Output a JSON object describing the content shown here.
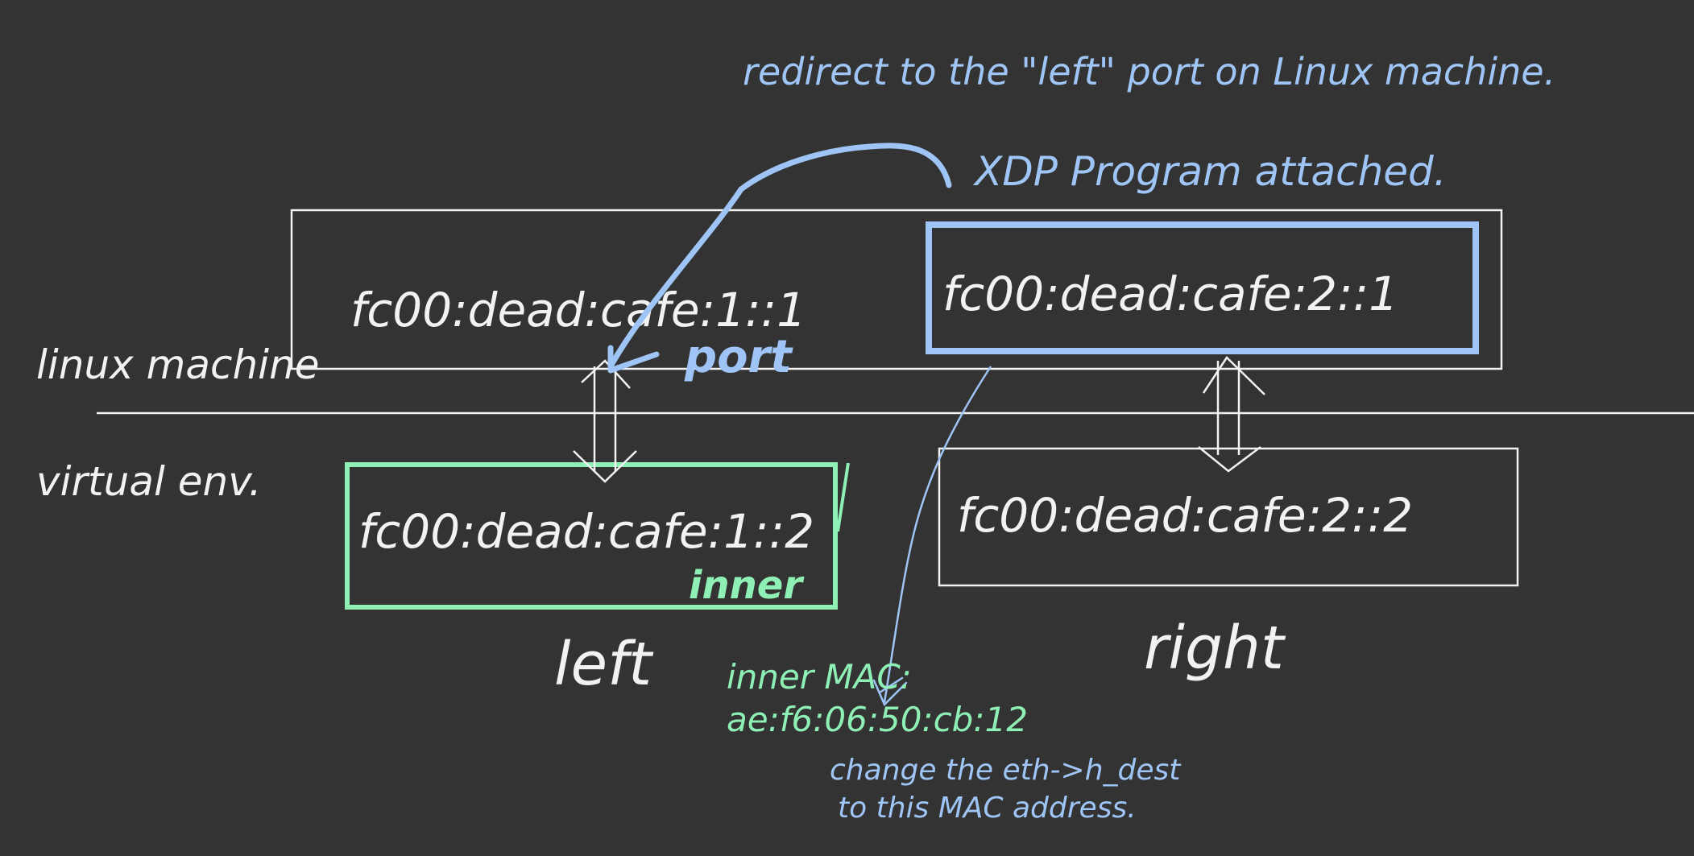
{
  "annotations": {
    "redirect_note": "redirect to the \"left\" port on Linux machine.",
    "xdp_note": "XDP Program attached.",
    "port_label": "port",
    "inner_label": "inner",
    "inner_mac_label": "inner MAC:",
    "inner_mac_value": "ae:f6:06:50:cb:12",
    "change_note_line1": "change the eth->h_dest",
    "change_note_line2": "to this MAC address."
  },
  "side_labels": {
    "linux_machine": "linux machine",
    "virtual_env": "virtual env."
  },
  "interfaces": {
    "linux_left": "fc00:dead:cafe:1::1",
    "linux_right": "fc00:dead:cafe:2::1",
    "virtual_left": "fc00:dead:cafe:1::2",
    "virtual_right": "fc00:dead:cafe:2::2"
  },
  "column_labels": {
    "left": "left",
    "right": "right"
  },
  "colors": {
    "background": "#333333",
    "stroke": "#f2f2f2",
    "blue_accent": "#9ec5f5",
    "green_accent": "#8ff0b6"
  }
}
